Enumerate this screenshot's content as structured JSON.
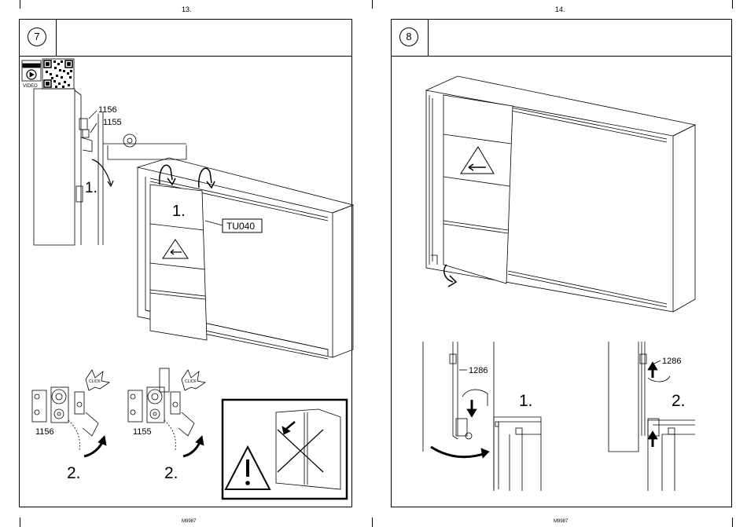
{
  "left_page": {
    "page_number": "13.",
    "step_number": "7",
    "video_label": "VIDEO",
    "labels": {
      "part_1156": "1156",
      "part_1155": "1155",
      "step_1a": "1.",
      "step_1b": "1.",
      "door_label": "TU040",
      "click_a": "CLICK",
      "click_b": "CLICK",
      "part_1156_b": "1156",
      "part_1155_b": "1155",
      "step_2a": "2.",
      "step_2b": "2."
    },
    "footer": "M9987"
  },
  "right_page": {
    "page_number": "14.",
    "step_number": "8",
    "labels": {
      "part_1286_a": "1286",
      "part_1286_b": "1286",
      "step_1": "1.",
      "step_2": "2."
    },
    "footer": "M9987"
  }
}
